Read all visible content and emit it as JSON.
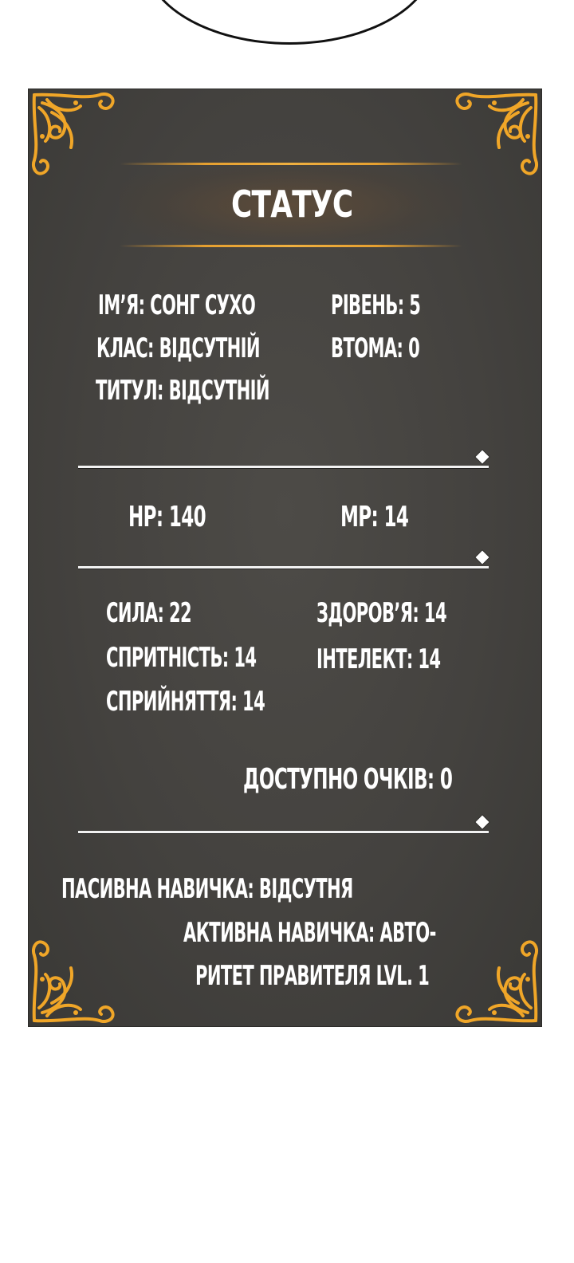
{
  "title": "СТАТУС",
  "info": {
    "name": "ІМ’Я: СОНГ СУХО",
    "class": "КЛАС: ВІДСУТНІЙ",
    "rank_title": "ТИТУЛ: ВІДСУТНІЙ",
    "level": "РІВЕНЬ: 5",
    "fatigue": "ВТОМА: 0"
  },
  "vitals": {
    "hp": "HP: 140",
    "mp": "MP: 14"
  },
  "stats": {
    "strength": "СИЛА: 22",
    "agility": "СПРИТНІСТЬ: 14",
    "perception": "СПРИЙНЯТТЯ: 14",
    "vitality": "ЗДОРОВ’Я: 14",
    "intelligence": "ІНТЕЛЕКТ: 14"
  },
  "points": "ДОСТУПНО ОЧКІВ: 0",
  "skills": {
    "passive": "ПАСИВНА НАВИЧКА: ВІДСУТНЯ",
    "active_line1": "АКТИВНА НАВИЧКА: АВТО-",
    "active_line2": "РИТЕТ ПРАВИТЕЛЯ LVL. 1"
  },
  "colors": {
    "panel": "#45433f",
    "gold": "#f0b040",
    "text": "#ffffff"
  }
}
